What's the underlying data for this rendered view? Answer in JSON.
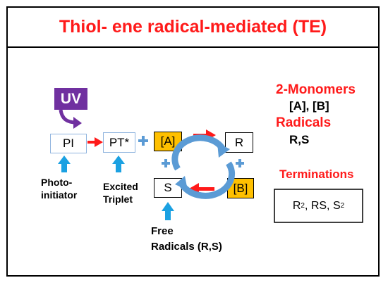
{
  "title": "Thiol- ene radical-mediated (TE)",
  "uv_label": "UV",
  "nodes": {
    "pi": "PI",
    "pt": "PT*",
    "a_left": "[A]",
    "r": "R",
    "s": "S",
    "b": "[B]"
  },
  "labels": {
    "photo_line1": "Photo-",
    "photo_line2": "initiator",
    "excited_line1": "Excited",
    "excited_line2": "Triplet",
    "free_line1": "Free",
    "free_line2": "Radicals (R,S)"
  },
  "right_panel": {
    "monomers_heading": "2-Monomers",
    "monomers_value": "[A], [B]",
    "radicals_heading": "Radicals",
    "radicals_value": "R,S",
    "terminations_heading": "Terminations",
    "termination_box": {
      "r": "R",
      "r_sup": "2",
      "middle": ", RS, S",
      "s_sup": "2"
    }
  },
  "colors": {
    "title_red": "#ff1a1a",
    "uv_purple": "#7030a0",
    "orange_fill": "#ffc000",
    "arrow_blue": "#1ba1e2",
    "cycle_blue": "#5b9bd5"
  }
}
